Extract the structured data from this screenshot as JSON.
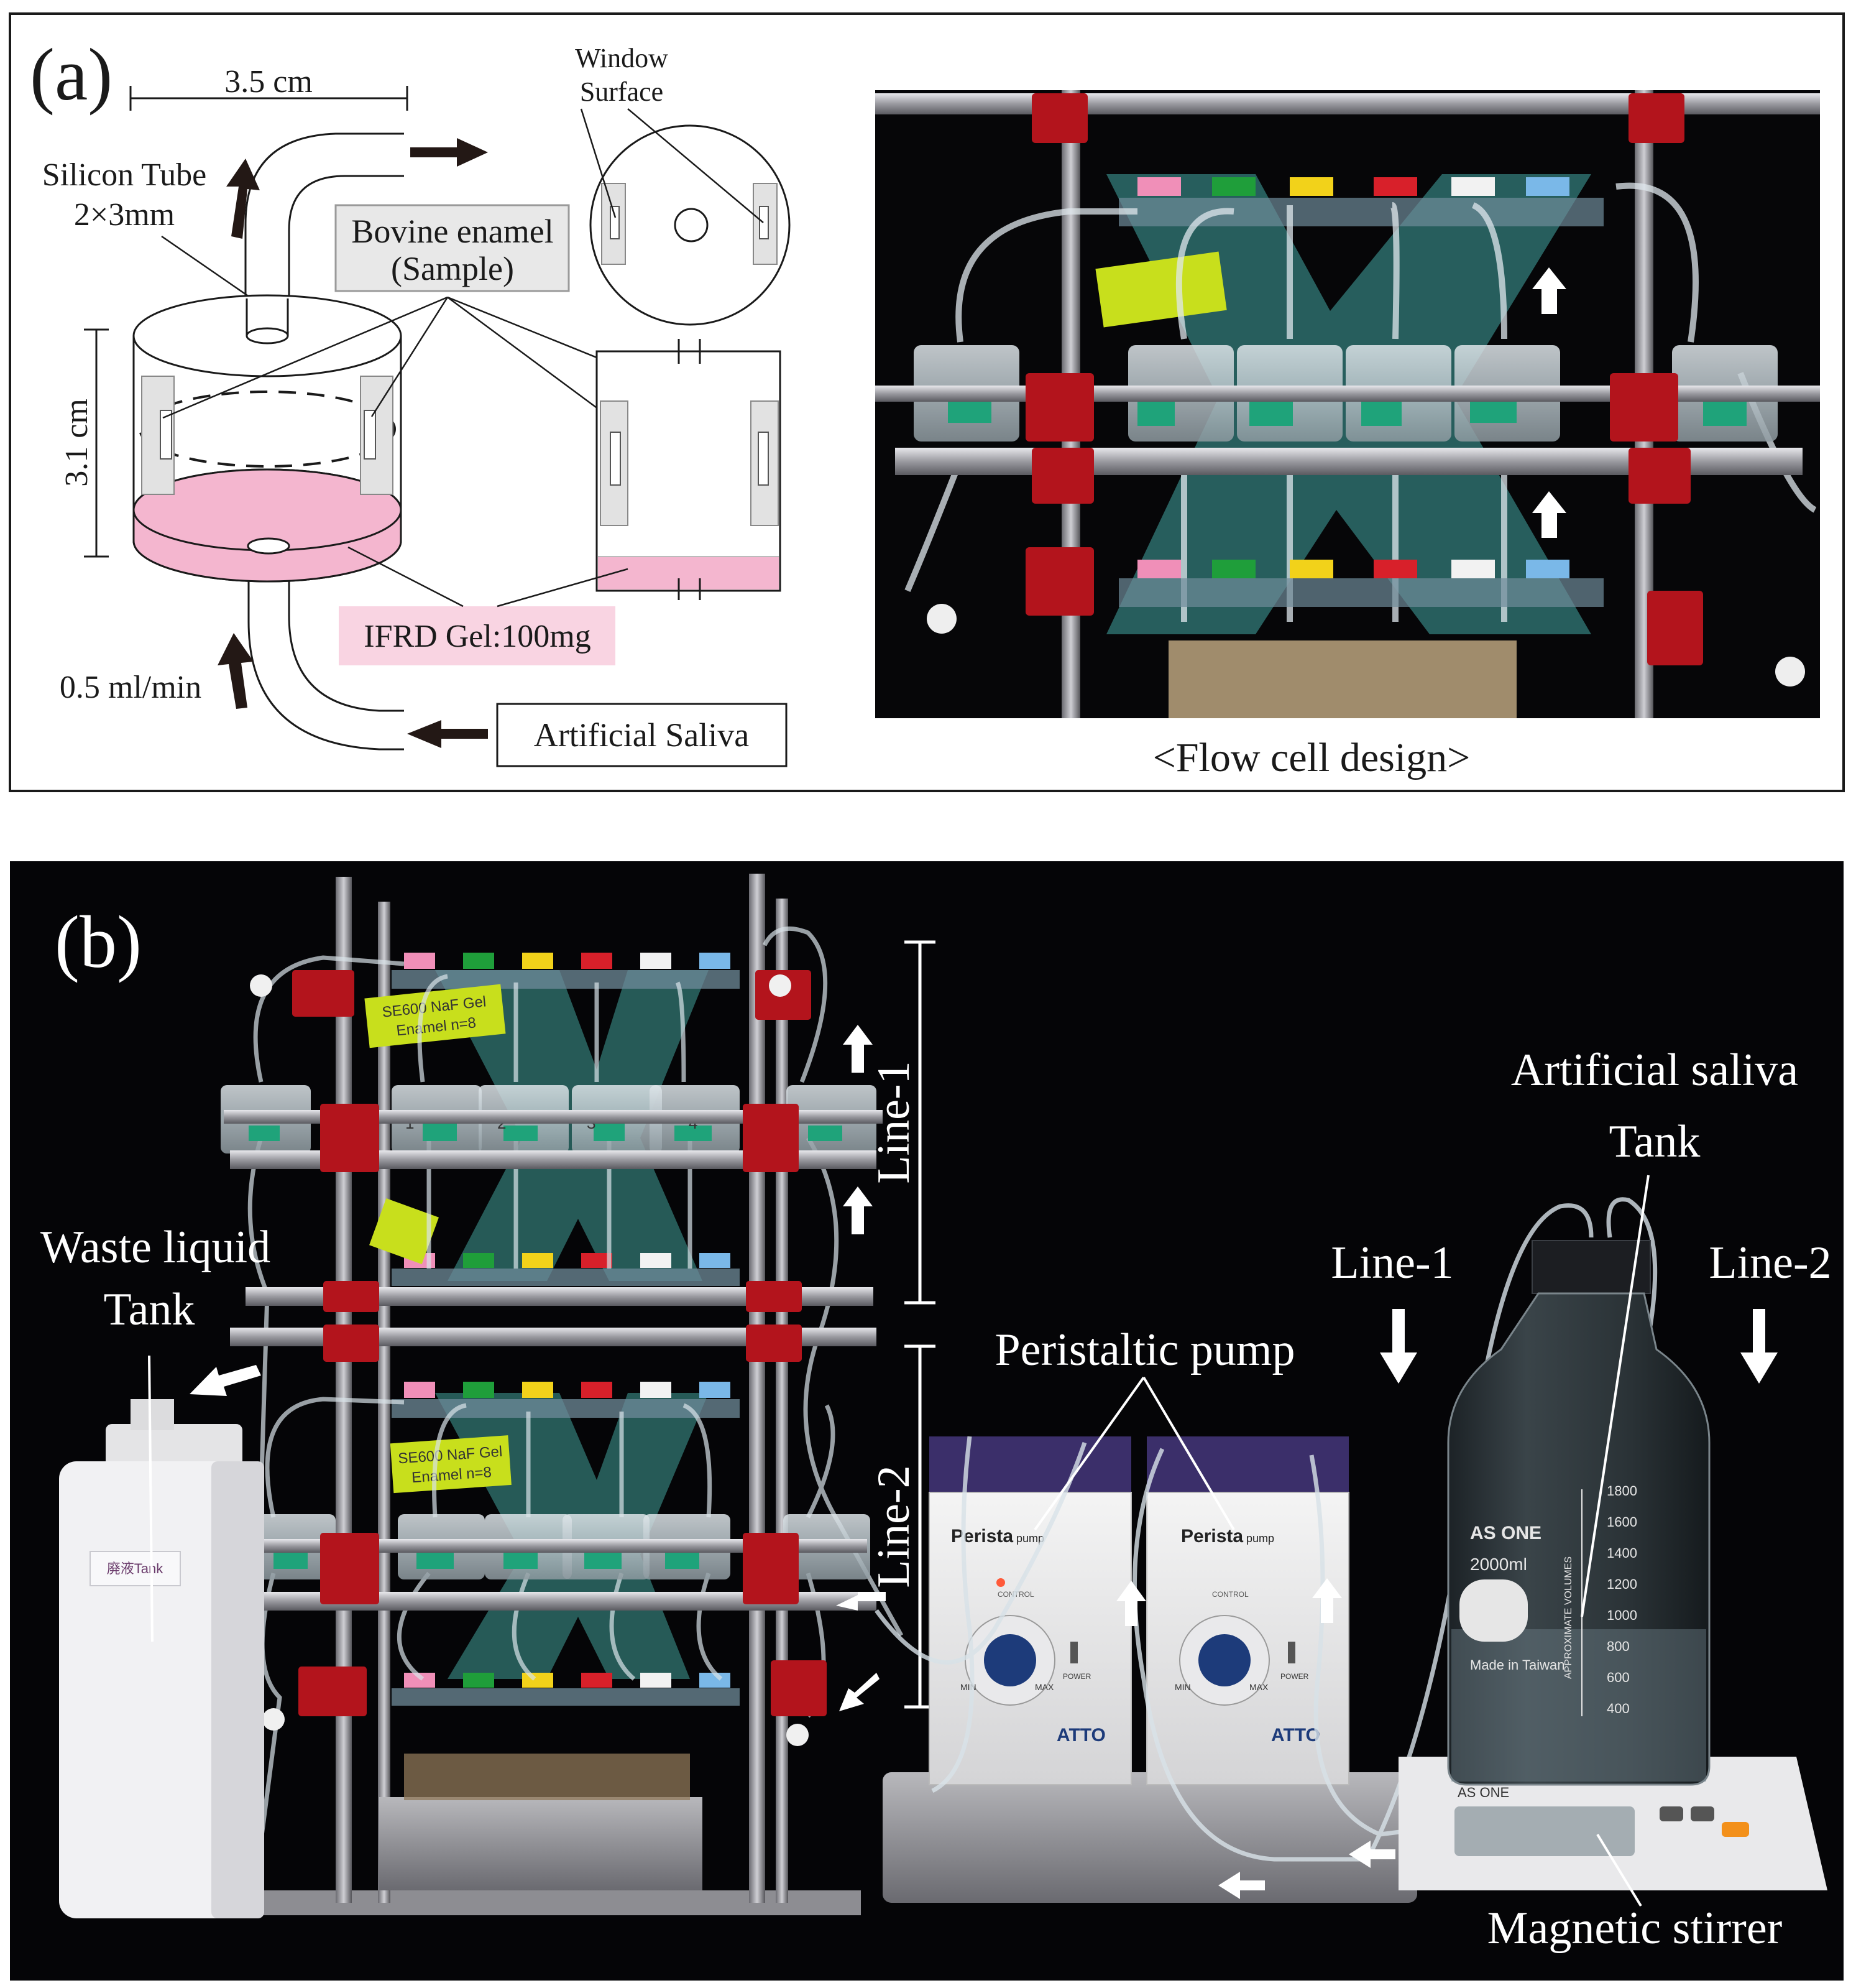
{
  "panel_a": {
    "label": "(a)",
    "dim_width": "3.5 cm",
    "dim_height": "3.1 cm",
    "silicon_tube_line1": "Silicon Tube",
    "silicon_tube_line2": "2×3mm",
    "window_surface_line1": "Window",
    "window_surface_line2": "Surface",
    "bovine_line1": "Bovine enamel",
    "bovine_line2": "(Sample)",
    "gel": "IFRD Gel:100mg",
    "flow_rate": "0.5 ml/min",
    "artificial_saliva": "Artificial Saliva",
    "photo_caption": "<Flow cell design>",
    "gel_color": "#f4b6cf"
  },
  "panel_b": {
    "label": "(b)",
    "line1_vertical": "Line-1",
    "line2_vertical": "Line-2",
    "waste_line1": "Waste liquid",
    "waste_line2": "Tank",
    "waste_jar_label": "廃液Tank",
    "pump_label": "Peristaltic pump",
    "pump_brand": "Perista",
    "pump_word": "pump",
    "pump_control": "CONTROL",
    "pump_power": "POWER",
    "pump_min": "MIN",
    "pump_max": "MAX",
    "pump_logo": "ATTO",
    "tank_line1": "Artificial saliva",
    "tank_line2": "Tank",
    "line1_right": "Line-1",
    "line2_right": "Line-2",
    "bottle_brand": "AS ONE",
    "bottle_volume": "2000ml",
    "bottle_origin": "Made in Taiwan",
    "bottle_approx": "APPROXIMATE VOLUMES",
    "bottle_scale": [
      "1800",
      "1600",
      "1400",
      "1200",
      "1000",
      "800",
      "600",
      "400"
    ],
    "stirrer_brand": "AS ONE",
    "stirrer": "Magnetic stirrer",
    "sticker_upper": "SE600 NaF Gel",
    "sticker_upper_2": "Enamel n=8",
    "sticker_lower": "SE600 NaF Gel",
    "sticker_lower_2": "Enamel n=8",
    "cell_numbers": [
      "1",
      "2",
      "3",
      "4"
    ]
  },
  "colors": {
    "valve_colors": [
      "#f08fb8",
      "#1f9e3a",
      "#f2d21a",
      "#d8202a",
      "#f2f2f2",
      "#7ab8e8"
    ],
    "clamp_red": "#b3141c",
    "sample_green": "#1fa37a",
    "background_dark": "#050507"
  }
}
